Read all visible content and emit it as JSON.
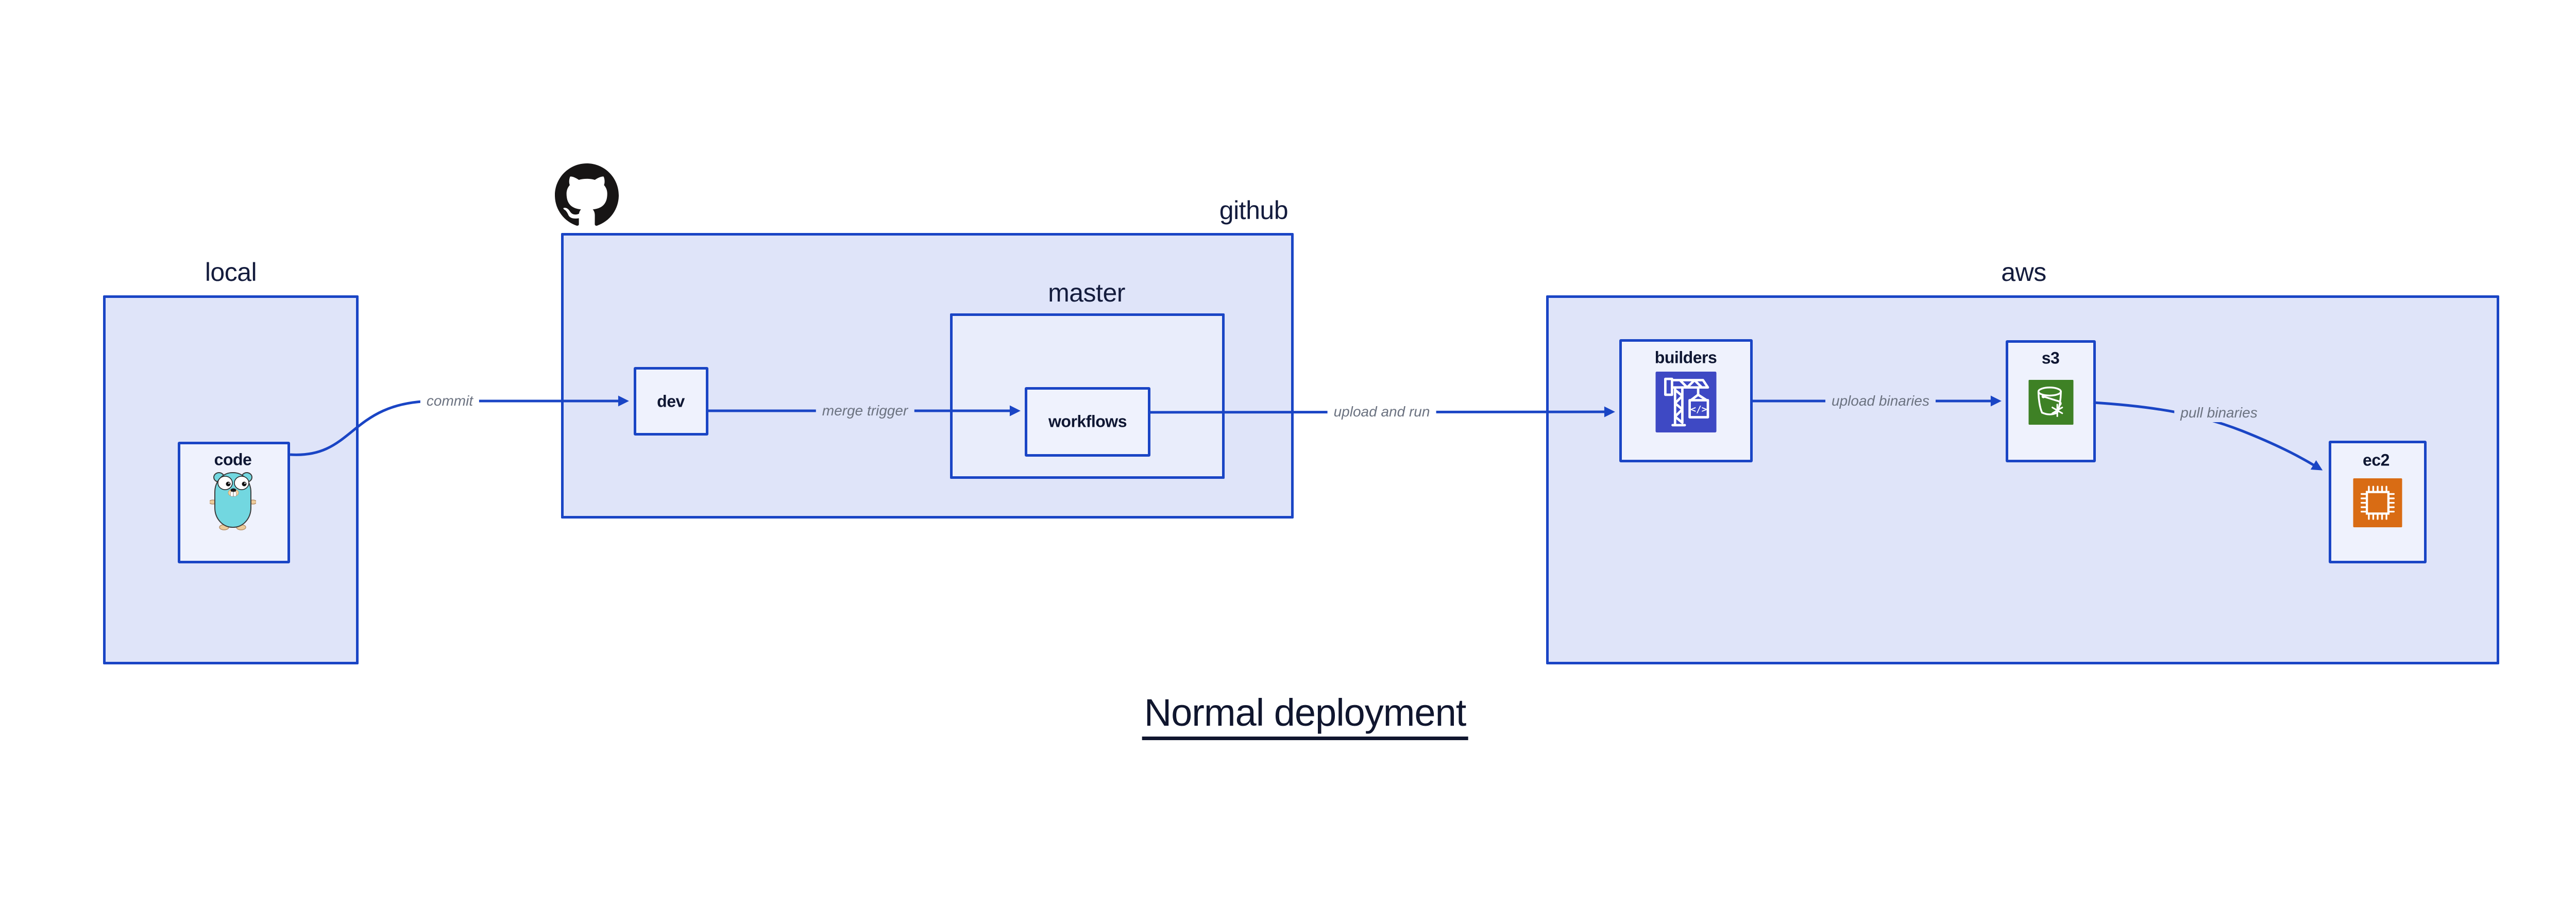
{
  "diagram": {
    "title": "Normal deployment",
    "containers": {
      "local": {
        "label": "local"
      },
      "github": {
        "label": "github"
      },
      "master": {
        "label": "master"
      },
      "aws": {
        "label": "aws"
      }
    },
    "nodes": {
      "code": {
        "label": "code",
        "icon": "go-gopher-icon"
      },
      "dev": {
        "label": "dev"
      },
      "workflows": {
        "label": "workflows"
      },
      "builders": {
        "label": "builders",
        "icon": "codebuild-crane-icon"
      },
      "s3": {
        "label": "s3",
        "icon": "s3-bucket-icon"
      },
      "ec2": {
        "label": "ec2",
        "icon": "ec2-chip-icon"
      }
    },
    "edges": {
      "commit": {
        "label": "commit",
        "from": "code",
        "to": "dev"
      },
      "merge_trigger": {
        "label": "merge trigger",
        "from": "dev",
        "to": "workflows"
      },
      "upload_and_run": {
        "label": "upload and run",
        "from": "workflows",
        "to": "builders"
      },
      "upload_binaries": {
        "label": "upload binaries",
        "from": "builders",
        "to": "s3"
      },
      "pull_binaries": {
        "label": "pull binaries",
        "from": "s3",
        "to": "ec2"
      }
    },
    "icons": {
      "github_logo": "github-octocat-icon"
    },
    "colors": {
      "line_blue": "#1a45c5",
      "container_fill": "#dfe4f9",
      "master_fill": "#e9edfb",
      "node_fill": "#eff2fd",
      "label_navy": "#141c3d",
      "edge_label_gray": "#6b7280",
      "octocat_black": "#171515",
      "gopher_teal": "#72d7e0",
      "builders_indigo": "#3e49c4",
      "s3_green": "#3e8125",
      "ec2_orange": "#d96c14",
      "canvas": "#ffffff"
    }
  }
}
